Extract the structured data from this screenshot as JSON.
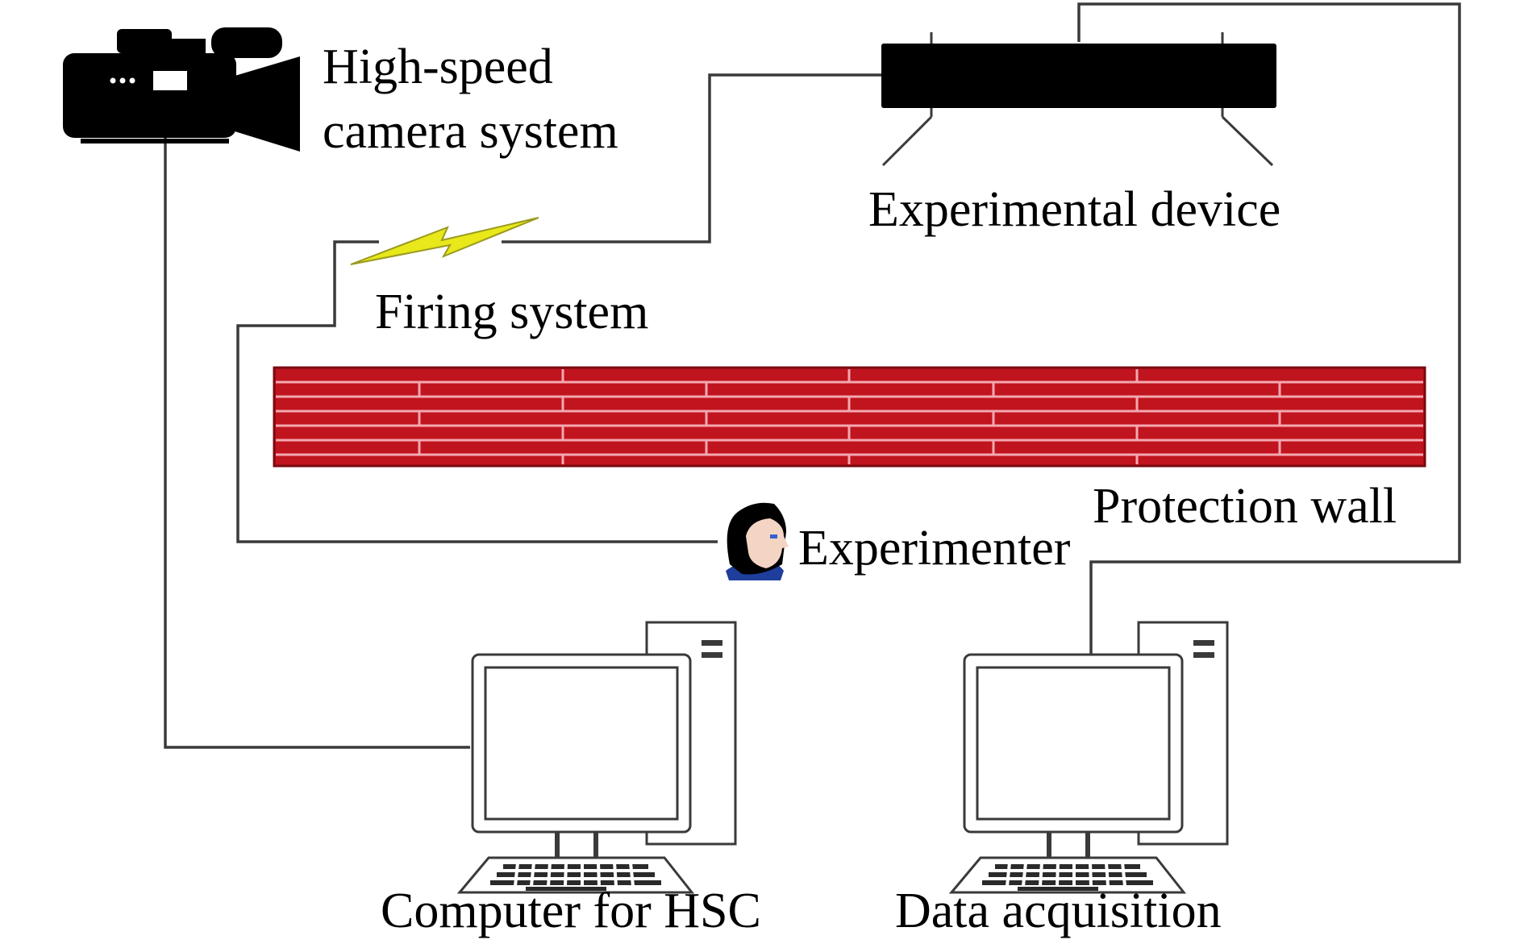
{
  "labels": {
    "camera": [
      "High-speed",
      "camera system"
    ],
    "experimental_device": "Experimental device",
    "firing_system": "Firing system",
    "protection_wall": "Protection wall",
    "experimenter": "Experimenter",
    "computer_hsc": "Computer for HSC",
    "data_acquisition": "Data acquisition"
  },
  "icons": {
    "camera": "video-camera-icon",
    "device": "experimental-device-icon",
    "spark": "lightning-bolt-icon",
    "wall": "brick-wall-icon",
    "person": "person-head-icon",
    "computer": "desktop-computer-icon"
  },
  "colors": {
    "line": "#3a3a3a",
    "brick": "#c0141e",
    "mortar": "#f4a8b0",
    "bolt": "#e8e81a",
    "person_shirt": "#1f3e9c",
    "person_eye": "#3a5fd0"
  }
}
